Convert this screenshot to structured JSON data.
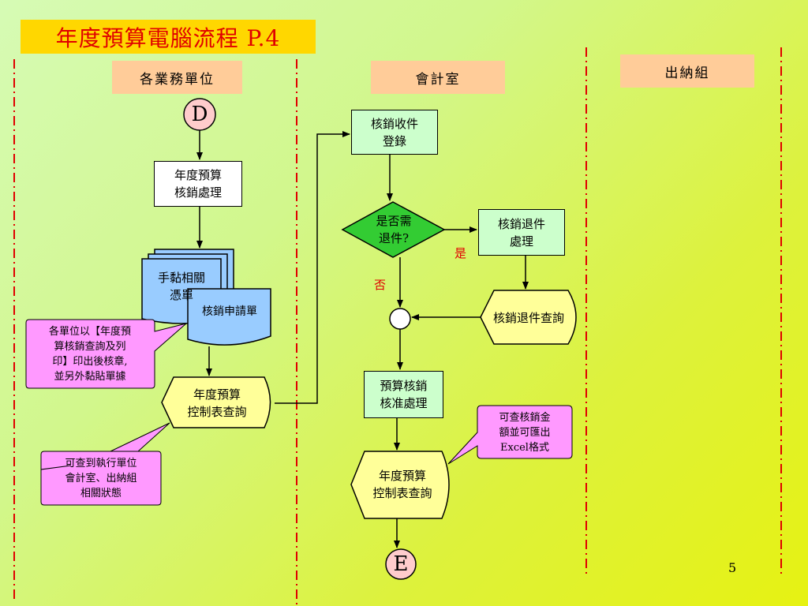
{
  "title": "年度預算電腦流程 P.4",
  "lanes": {
    "units": "各業務單位",
    "accounting": "會計室",
    "cashier": "出納組"
  },
  "connectors": {
    "start": "D",
    "end": "E"
  },
  "steps": {
    "budget_writeoff": "年度預算\n核銷處理",
    "attach_vouchers": "手黏相關\n憑單",
    "writeoff_form": "核銷申請單",
    "control_query_units": "年度預算\n控制表查詢",
    "receive_register": "核銷收件\n登錄",
    "need_return": "是否需\n退件?",
    "return_process": "核銷退件\n處理",
    "return_query": "核銷退件查詢",
    "approval_process": "預算核銷\n核准處理",
    "control_query_accounting": "年度預算\n控制表查詢"
  },
  "decision_labels": {
    "yes": "是",
    "no": "否"
  },
  "callouts": {
    "print_note": "各單位以【年度預\n算核銷查詢及列\n印】印出後核章,\n並另外黏貼單據",
    "status_note": "可查到執行單位\n會計室、出納組\n相關狀態",
    "excel_note": "可查核銷金\n額並可匯出\nExcel格式"
  },
  "page_number": "5",
  "colors": {
    "title_bg": "#ffd700",
    "title_text": "#e00000",
    "lane_header_bg": "#ffcc99",
    "process_green": "#ccffcc",
    "decision_green": "#33cc33",
    "document_blue": "#99ccff",
    "display_yellow": "#ffff99",
    "callout_pink": "#ff99ff",
    "lane_divider": "#e00000"
  }
}
